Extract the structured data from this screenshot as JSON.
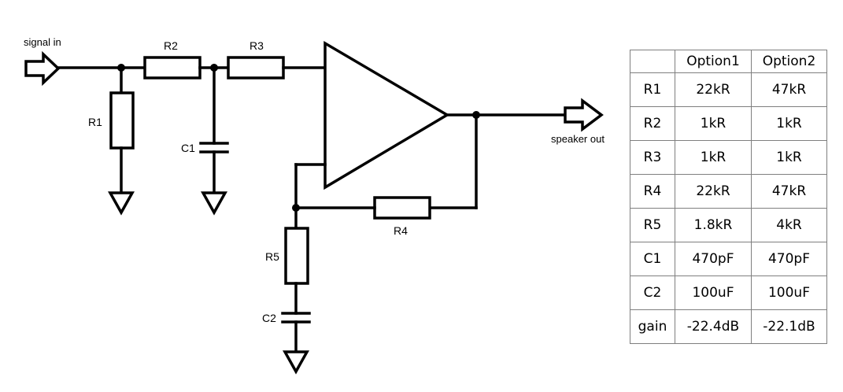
{
  "schematic": {
    "input_label": "signal in",
    "output_label": "speaker out",
    "labels": {
      "R1": "R1",
      "R2": "R2",
      "R3": "R3",
      "R4": "R4",
      "R5": "R5",
      "C1": "C1",
      "C2": "C2"
    }
  },
  "table": {
    "headers": [
      "",
      "Option1",
      "Option2"
    ],
    "rows": [
      {
        "name": "R1",
        "option1": "22kR",
        "option2": "47kR"
      },
      {
        "name": "R2",
        "option1": "1kR",
        "option2": "1kR"
      },
      {
        "name": "R3",
        "option1": "1kR",
        "option2": "1kR"
      },
      {
        "name": "R4",
        "option1": "22kR",
        "option2": "47kR"
      },
      {
        "name": "R5",
        "option1": "1.8kR",
        "option2": "4kR"
      },
      {
        "name": "C1",
        "option1": "470pF",
        "option2": "470pF"
      },
      {
        "name": "C2",
        "option1": "100uF",
        "option2": "100uF"
      },
      {
        "name": "gain",
        "option1": "-22.4dB",
        "option2": "-22.1dB"
      }
    ]
  }
}
